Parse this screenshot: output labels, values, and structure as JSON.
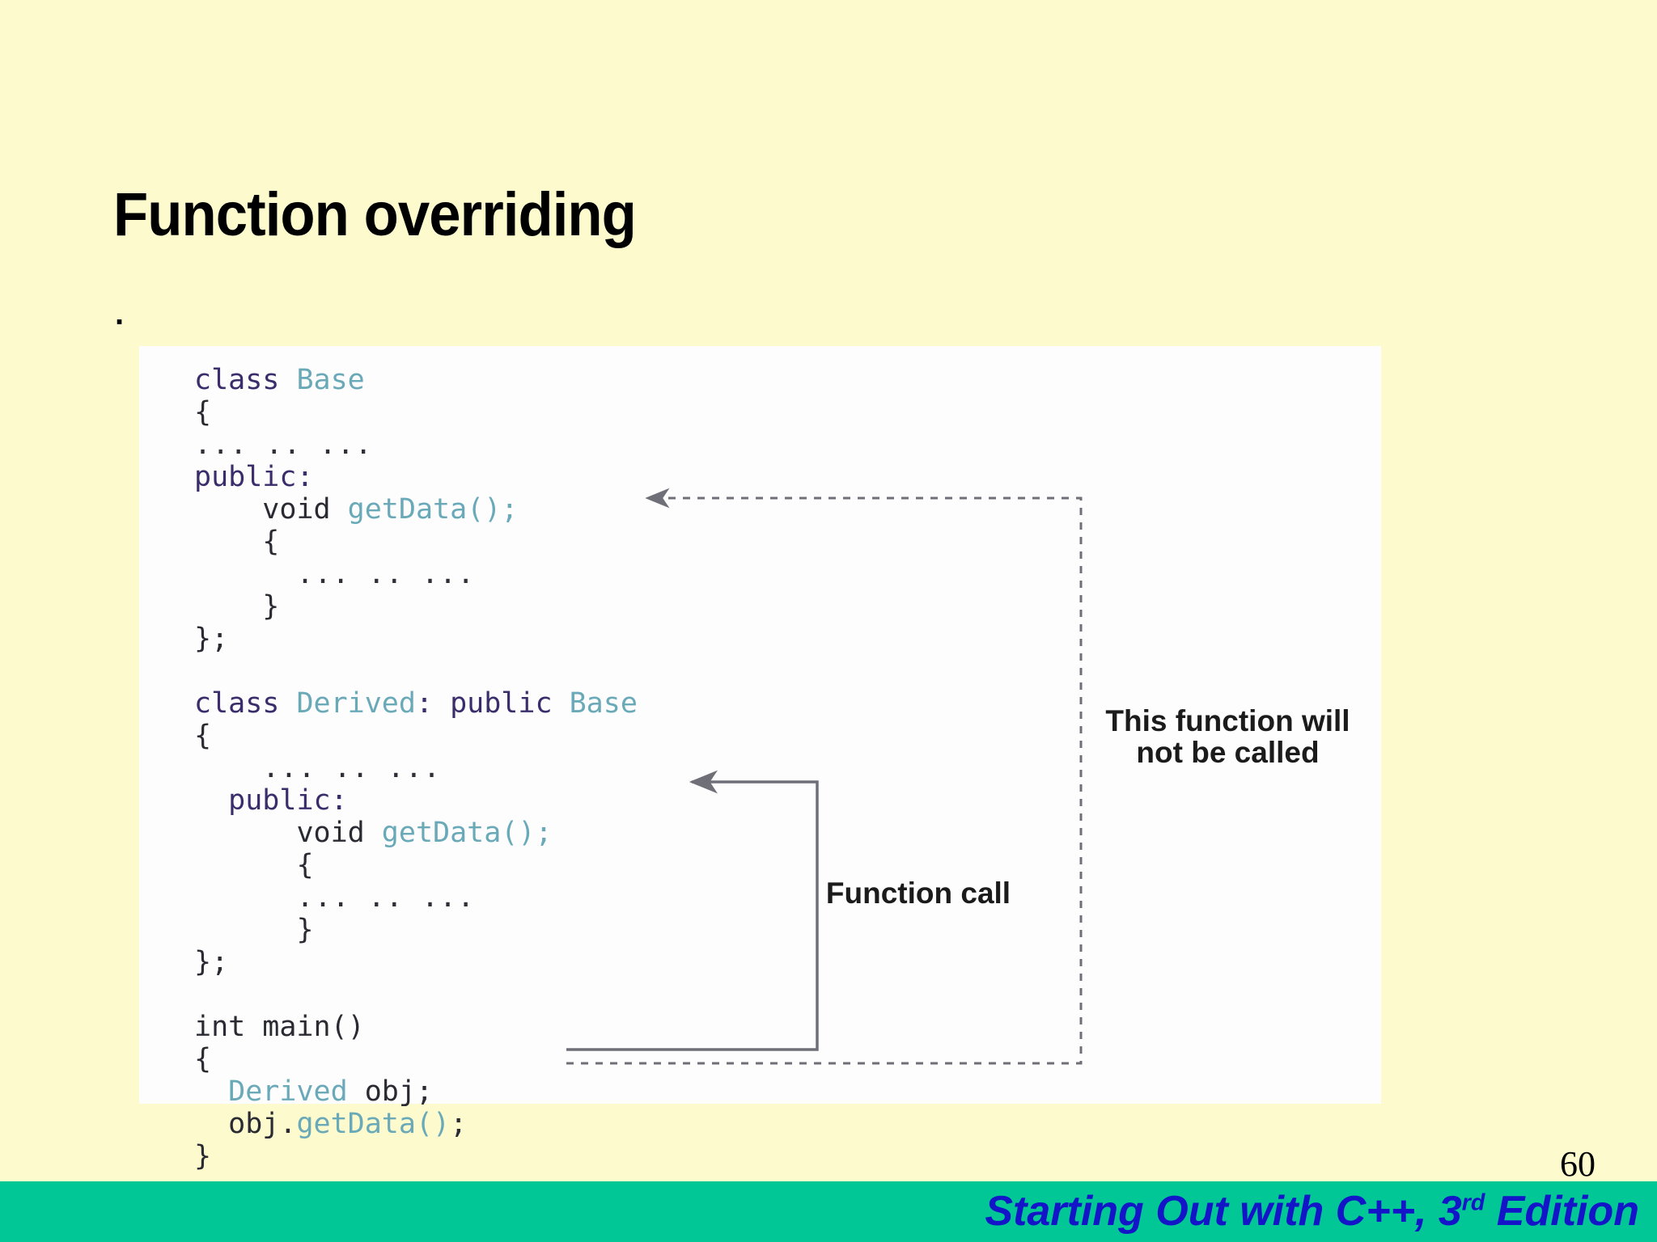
{
  "slide": {
    "title": "Function overriding",
    "bullet_marker": ".",
    "page_number": "60",
    "background_color": "#fdfbcd"
  },
  "code_figure": {
    "panel_color": "#fdfdfe",
    "language": "C++",
    "lines": [
      {
        "indent": 0,
        "tokens": [
          {
            "t": "class ",
            "c": "kw"
          },
          {
            "t": "Base",
            "c": "type"
          }
        ]
      },
      {
        "indent": 0,
        "tokens": [
          {
            "t": "{",
            "c": "plain"
          }
        ]
      },
      {
        "indent": 0,
        "tokens": [
          {
            "t": "... .. ...",
            "c": "dots"
          }
        ]
      },
      {
        "indent": 0,
        "tokens": [
          {
            "t": "public:",
            "c": "kw"
          }
        ]
      },
      {
        "indent": 2,
        "tokens": [
          {
            "t": "void ",
            "c": "plain"
          },
          {
            "t": "getData();",
            "c": "type"
          }
        ]
      },
      {
        "indent": 2,
        "tokens": [
          {
            "t": "{",
            "c": "plain"
          }
        ]
      },
      {
        "indent": 3,
        "tokens": [
          {
            "t": "... .. ...",
            "c": "dots"
          }
        ]
      },
      {
        "indent": 2,
        "tokens": [
          {
            "t": "}",
            "c": "plain"
          }
        ]
      },
      {
        "indent": 0,
        "tokens": [
          {
            "t": "};",
            "c": "plain"
          }
        ]
      },
      {
        "indent": 0,
        "tokens": []
      },
      {
        "indent": 0,
        "tokens": [
          {
            "t": "class ",
            "c": "kw"
          },
          {
            "t": "Derived",
            "c": "type"
          },
          {
            "t": ": public ",
            "c": "kw"
          },
          {
            "t": "Base",
            "c": "type"
          }
        ]
      },
      {
        "indent": 0,
        "tokens": [
          {
            "t": "{",
            "c": "plain"
          }
        ]
      },
      {
        "indent": 2,
        "tokens": [
          {
            "t": "... .. ...",
            "c": "dots"
          }
        ]
      },
      {
        "indent": 1,
        "tokens": [
          {
            "t": "public:",
            "c": "kw"
          }
        ]
      },
      {
        "indent": 3,
        "tokens": [
          {
            "t": "void ",
            "c": "plain"
          },
          {
            "t": "getData();",
            "c": "type"
          }
        ]
      },
      {
        "indent": 3,
        "tokens": [
          {
            "t": "{",
            "c": "plain"
          }
        ]
      },
      {
        "indent": 3,
        "tokens": [
          {
            "t": "... .. ...",
            "c": "dots"
          }
        ]
      },
      {
        "indent": 3,
        "tokens": [
          {
            "t": "}",
            "c": "plain"
          }
        ]
      },
      {
        "indent": 0,
        "tokens": [
          {
            "t": "};",
            "c": "plain"
          }
        ]
      },
      {
        "indent": 0,
        "tokens": []
      },
      {
        "indent": 0,
        "tokens": [
          {
            "t": "int main()",
            "c": "plain"
          }
        ]
      },
      {
        "indent": 0,
        "tokens": [
          {
            "t": "{",
            "c": "plain"
          }
        ]
      },
      {
        "indent": 1,
        "tokens": [
          {
            "t": "Derived ",
            "c": "type"
          },
          {
            "t": "obj;",
            "c": "plain"
          }
        ]
      },
      {
        "indent": 1,
        "tokens": [
          {
            "t": "obj.",
            "c": "plain"
          },
          {
            "t": "getData()",
            "c": "type"
          },
          {
            "t": ";",
            "c": "plain"
          }
        ]
      },
      {
        "indent": 0,
        "tokens": [
          {
            "t": "}",
            "c": "plain"
          }
        ]
      }
    ],
    "annotations": {
      "not_called": "This function will not be called",
      "function_call": "Function call"
    },
    "connector_color": "#6f6f78"
  },
  "footer": {
    "text": "Starting Out with C++, 3",
    "ordinal_suffix": "rd",
    "text_tail": " Edition",
    "band_color": "#00c795",
    "text_color": "#1414c8"
  }
}
